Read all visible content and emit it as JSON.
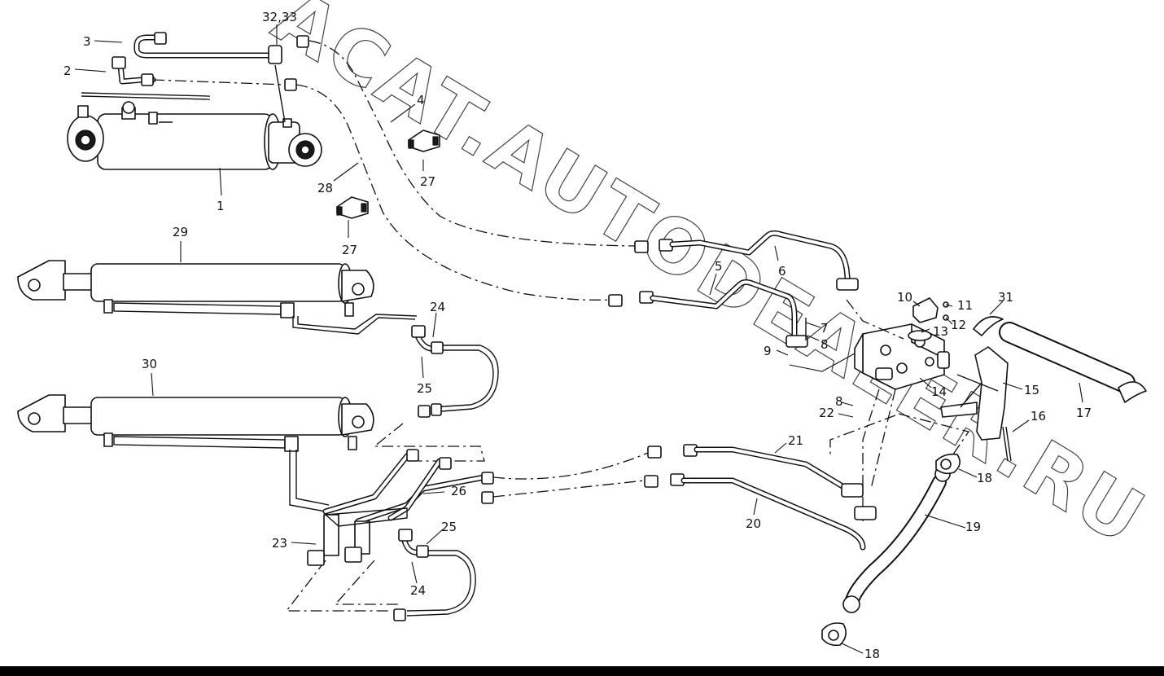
{
  "watermark": "ACAT.AUTODEALER.RU",
  "callouts": [
    {
      "id": "c1",
      "text": "1"
    },
    {
      "id": "c2",
      "text": "2"
    },
    {
      "id": "c3",
      "text": "3"
    },
    {
      "id": "c3233",
      "text": "32,33"
    },
    {
      "id": "c4",
      "text": "4"
    },
    {
      "id": "c28",
      "text": "28"
    },
    {
      "id": "c27a",
      "text": "27"
    },
    {
      "id": "c27b",
      "text": "27"
    },
    {
      "id": "c29",
      "text": "29"
    },
    {
      "id": "c5",
      "text": "5"
    },
    {
      "id": "c6",
      "text": "6"
    },
    {
      "id": "c7",
      "text": "7"
    },
    {
      "id": "c8a",
      "text": "8"
    },
    {
      "id": "c9",
      "text": "9"
    },
    {
      "id": "c10",
      "text": "10"
    },
    {
      "id": "c11",
      "text": "11"
    },
    {
      "id": "c12",
      "text": "12"
    },
    {
      "id": "c13",
      "text": "13"
    },
    {
      "id": "c31",
      "text": "31"
    },
    {
      "id": "c14",
      "text": "14"
    },
    {
      "id": "c15",
      "text": "15"
    },
    {
      "id": "c17",
      "text": "17"
    },
    {
      "id": "c16",
      "text": "16"
    },
    {
      "id": "c8b",
      "text": "8"
    },
    {
      "id": "c22",
      "text": "22"
    },
    {
      "id": "c24a",
      "text": "24"
    },
    {
      "id": "c25a",
      "text": "25"
    },
    {
      "id": "c30",
      "text": "30"
    },
    {
      "id": "c21",
      "text": "21"
    },
    {
      "id": "c26",
      "text": "26"
    },
    {
      "id": "c18a",
      "text": "18"
    },
    {
      "id": "c20",
      "text": "20"
    },
    {
      "id": "c19",
      "text": "19"
    },
    {
      "id": "c23",
      "text": "23"
    },
    {
      "id": "c25b",
      "text": "25"
    },
    {
      "id": "c24b",
      "text": "24"
    },
    {
      "id": "c18b",
      "text": "18"
    }
  ]
}
